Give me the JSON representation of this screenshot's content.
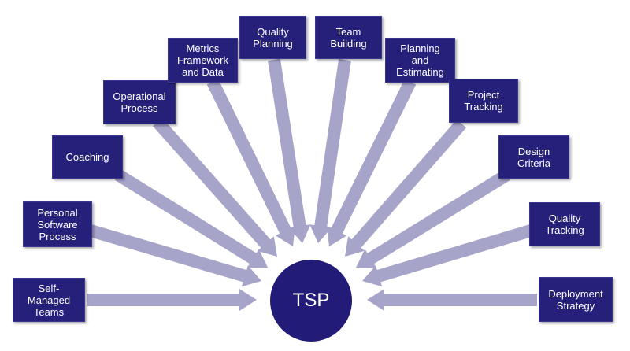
{
  "diagram": {
    "hub": {
      "label": "TSP"
    },
    "arrow_color": "#a7a4c9",
    "box_color": "#25207a",
    "nodes": [
      {
        "id": "self-managed-teams",
        "label": "Self-\nManaged\nTeams"
      },
      {
        "id": "personal-software-process",
        "label": "Personal\nSoftware\nProcess"
      },
      {
        "id": "coaching",
        "label": "Coaching"
      },
      {
        "id": "operational-process",
        "label": "Operational\nProcess"
      },
      {
        "id": "metrics-framework-and-data",
        "label": "Metrics\nFramework\nand Data"
      },
      {
        "id": "quality-planning",
        "label": "Quality\nPlanning"
      },
      {
        "id": "team-building",
        "label": "Team\nBuilding"
      },
      {
        "id": "planning-and-estimating",
        "label": "Planning\nand\nEstimating"
      },
      {
        "id": "project-tracking",
        "label": "Project\nTracking"
      },
      {
        "id": "design-criteria",
        "label": "Design\nCriteria"
      },
      {
        "id": "quality-tracking",
        "label": "Quality\nTracking"
      },
      {
        "id": "deployment-strategy",
        "label": "Deployment\nStrategy"
      }
    ]
  }
}
